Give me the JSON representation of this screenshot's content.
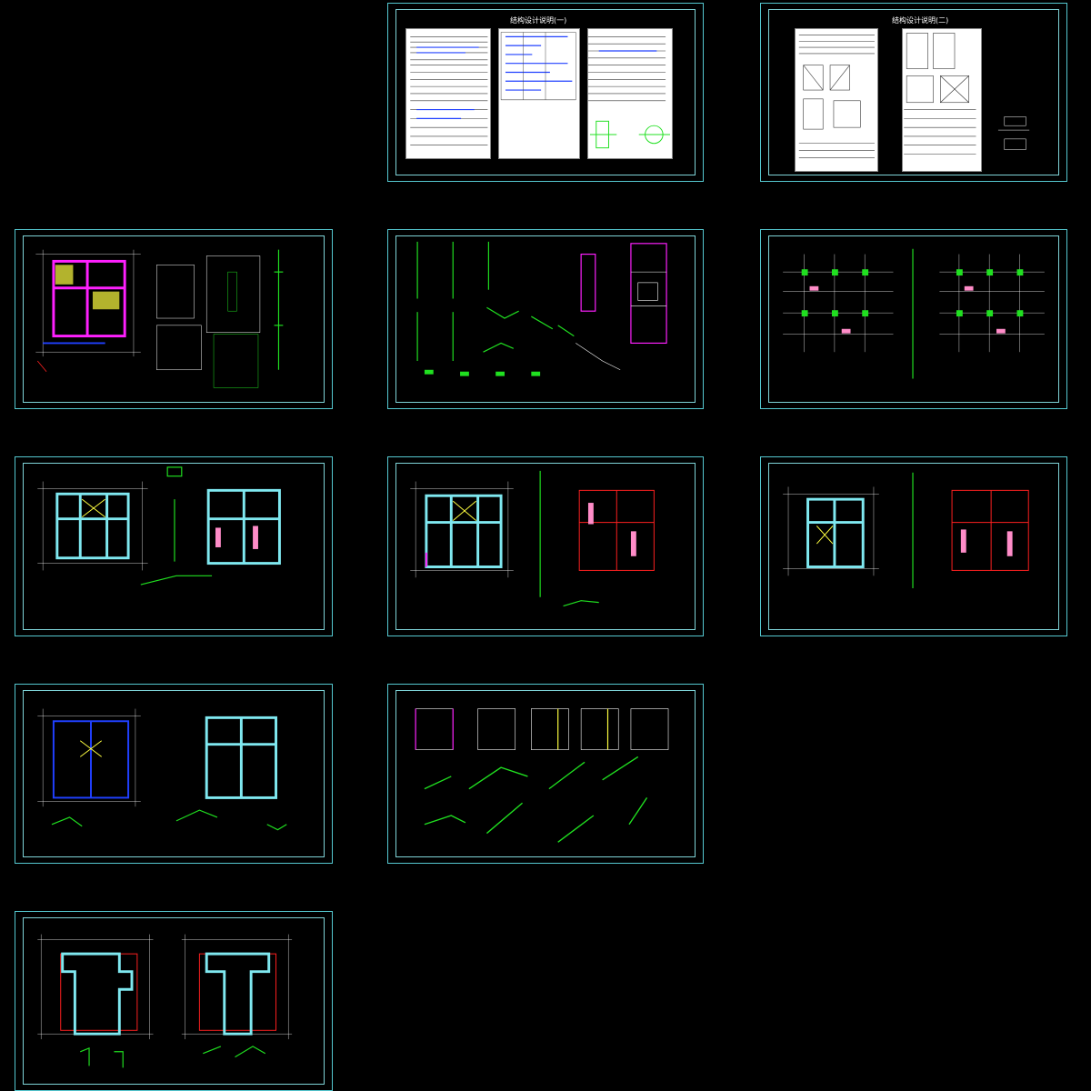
{
  "sheets": [
    {
      "id": "notes-1",
      "title": "结构设计说明(一)",
      "kind": "notes"
    },
    {
      "id": "notes-2",
      "title": "结构设计说明(二)",
      "kind": "notes"
    },
    {
      "id": "foundation",
      "title": "",
      "kind": "plan-foundation"
    },
    {
      "id": "column-details",
      "title": "",
      "kind": "details"
    },
    {
      "id": "column-layout",
      "title": "",
      "kind": "plan-columns"
    },
    {
      "id": "floor-1",
      "title": "",
      "kind": "plan-floor"
    },
    {
      "id": "floor-2",
      "title": "",
      "kind": "plan-floor"
    },
    {
      "id": "floor-3",
      "title": "",
      "kind": "plan-floor"
    },
    {
      "id": "roof",
      "title": "",
      "kind": "plan-roof"
    },
    {
      "id": "stairs",
      "title": "",
      "kind": "stairs"
    },
    {
      "id": "roof-top",
      "title": "",
      "kind": "plan-top"
    }
  ],
  "colors": {
    "background": "#000000",
    "frame": "#55c8d0",
    "grid": "#ffffff",
    "axis_red": "#ff2020",
    "beam_cyan": "#7fe8f0",
    "rebar_green": "#20e020",
    "pink": "#ff8cc8",
    "magenta": "#ff20ff",
    "yellow": "#ffff40",
    "blue": "#2040ff"
  }
}
